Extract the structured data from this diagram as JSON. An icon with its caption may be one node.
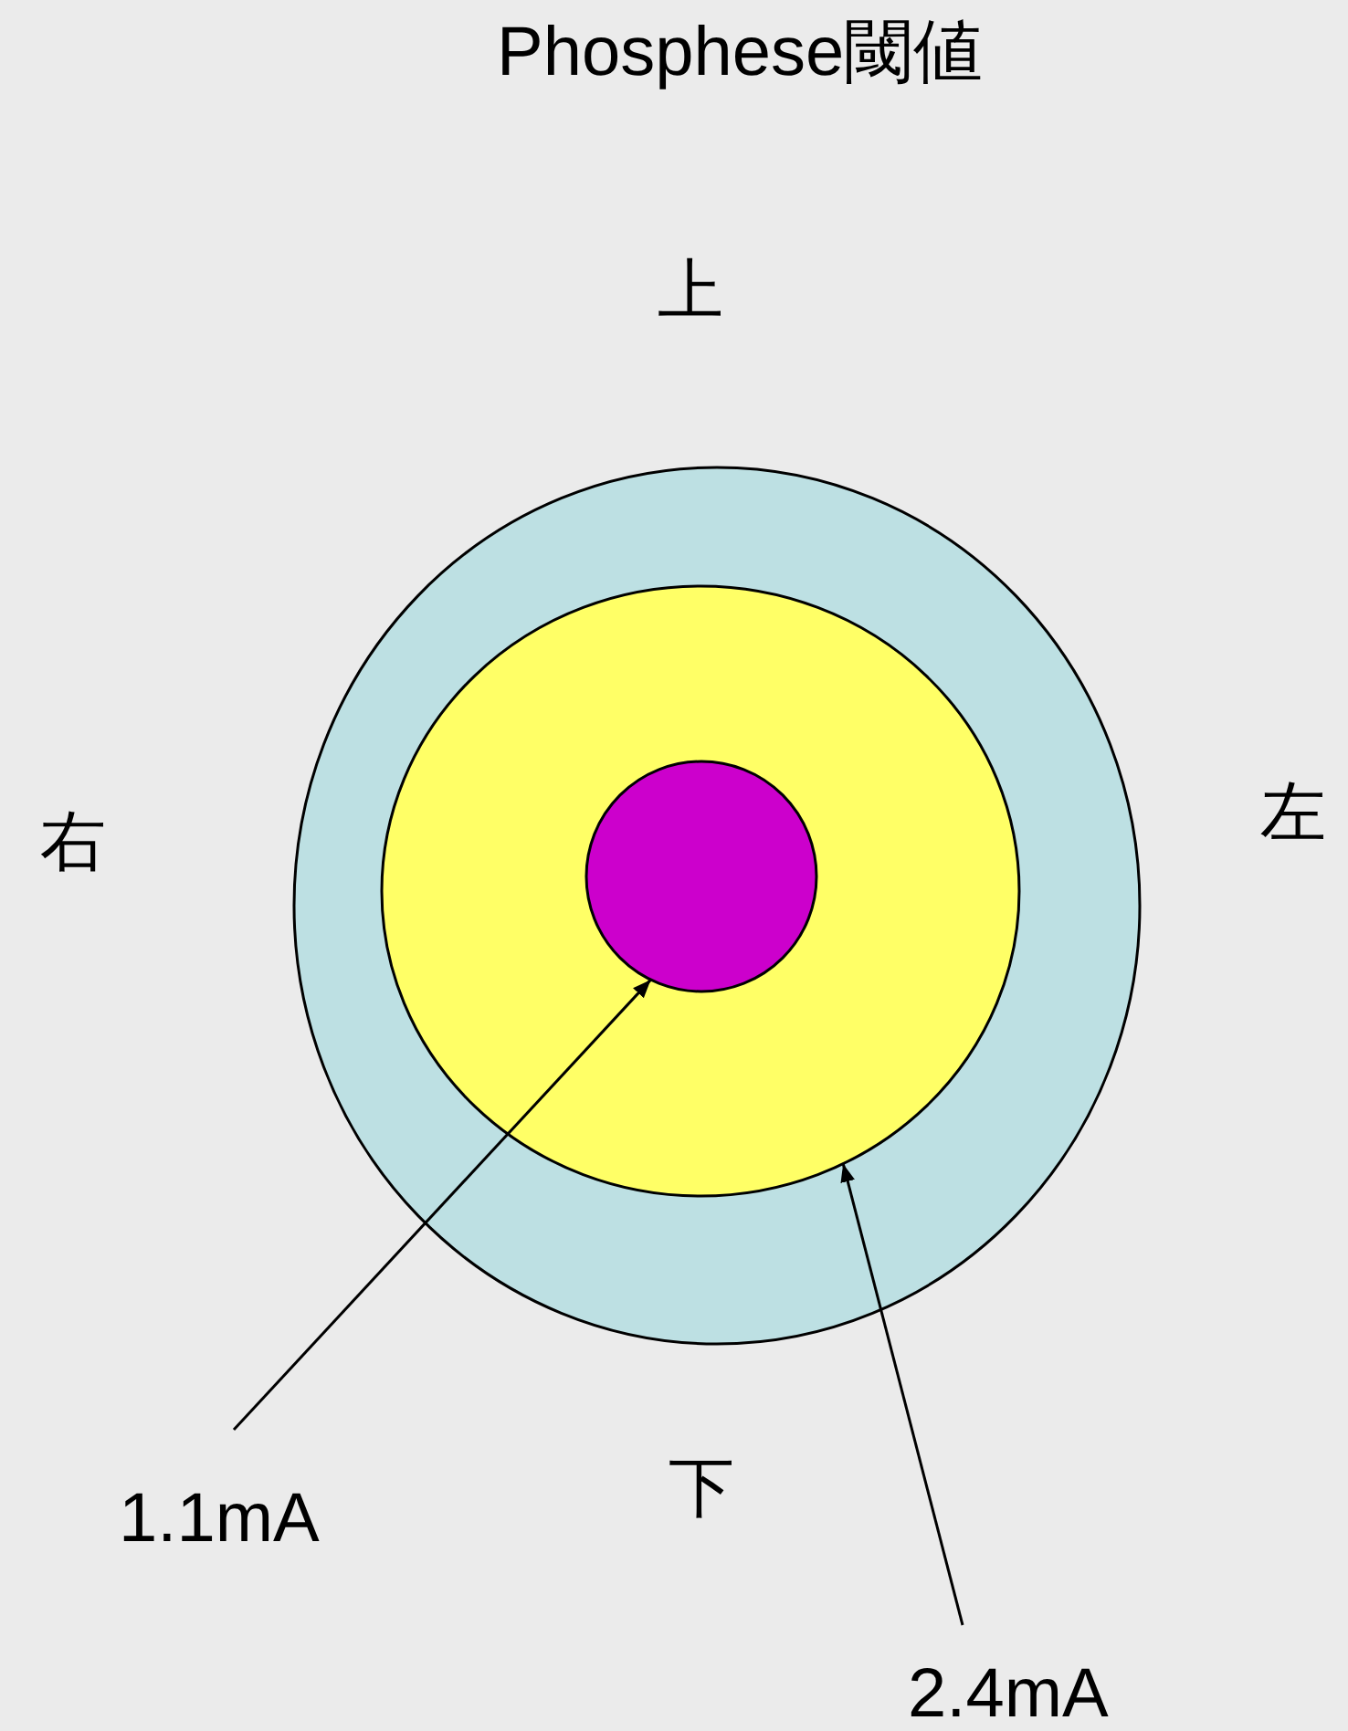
{
  "diagram": {
    "title": "Phosphese閾値",
    "nodes": [
      {
        "text": [],
        "shape": "circle"
      },
      {
        "text": [],
        "shape": "circle",
        "in": 0
      },
      {
        "text": [],
        "shape": "circle",
        "in": 1
      },
      {
        "text": [
          "1.1mA"
        ]
      },
      {
        "text": [
          "2.4mA"
        ]
      }
    ],
    "edges": [
      {
        "from": 3,
        "to": 2,
        "arrow": "to"
      },
      {
        "from": 4,
        "to": 1,
        "arrow": "to"
      }
    ],
    "labels": [
      "上",
      "右",
      "左",
      "下"
    ]
  }
}
